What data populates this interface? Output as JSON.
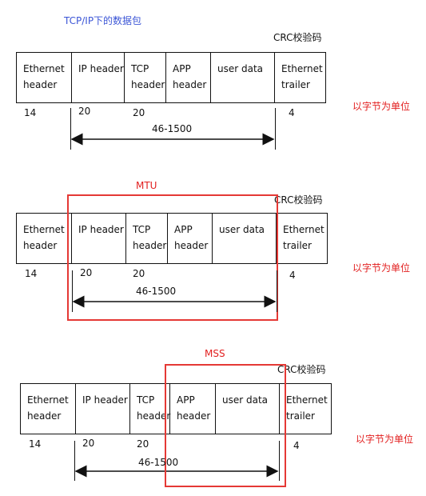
{
  "title": "TCP/IP下的数据包",
  "crc_label": "CRC校验码",
  "unit_note": "以字节为单位",
  "range_label": "46-1500",
  "cells": [
    {
      "label": "Ethernet\nheader"
    },
    {
      "label": "IP header"
    },
    {
      "label": "TCP\nheader"
    },
    {
      "label": "APP\nheader"
    },
    {
      "label": "user data"
    },
    {
      "label": "Ethernet\ntrailer"
    }
  ],
  "sizes": {
    "eth_header": "14",
    "ip": "20",
    "tcp": "20",
    "trailer": "4"
  },
  "mtu_label": "MTU",
  "mss_label": "MSS"
}
